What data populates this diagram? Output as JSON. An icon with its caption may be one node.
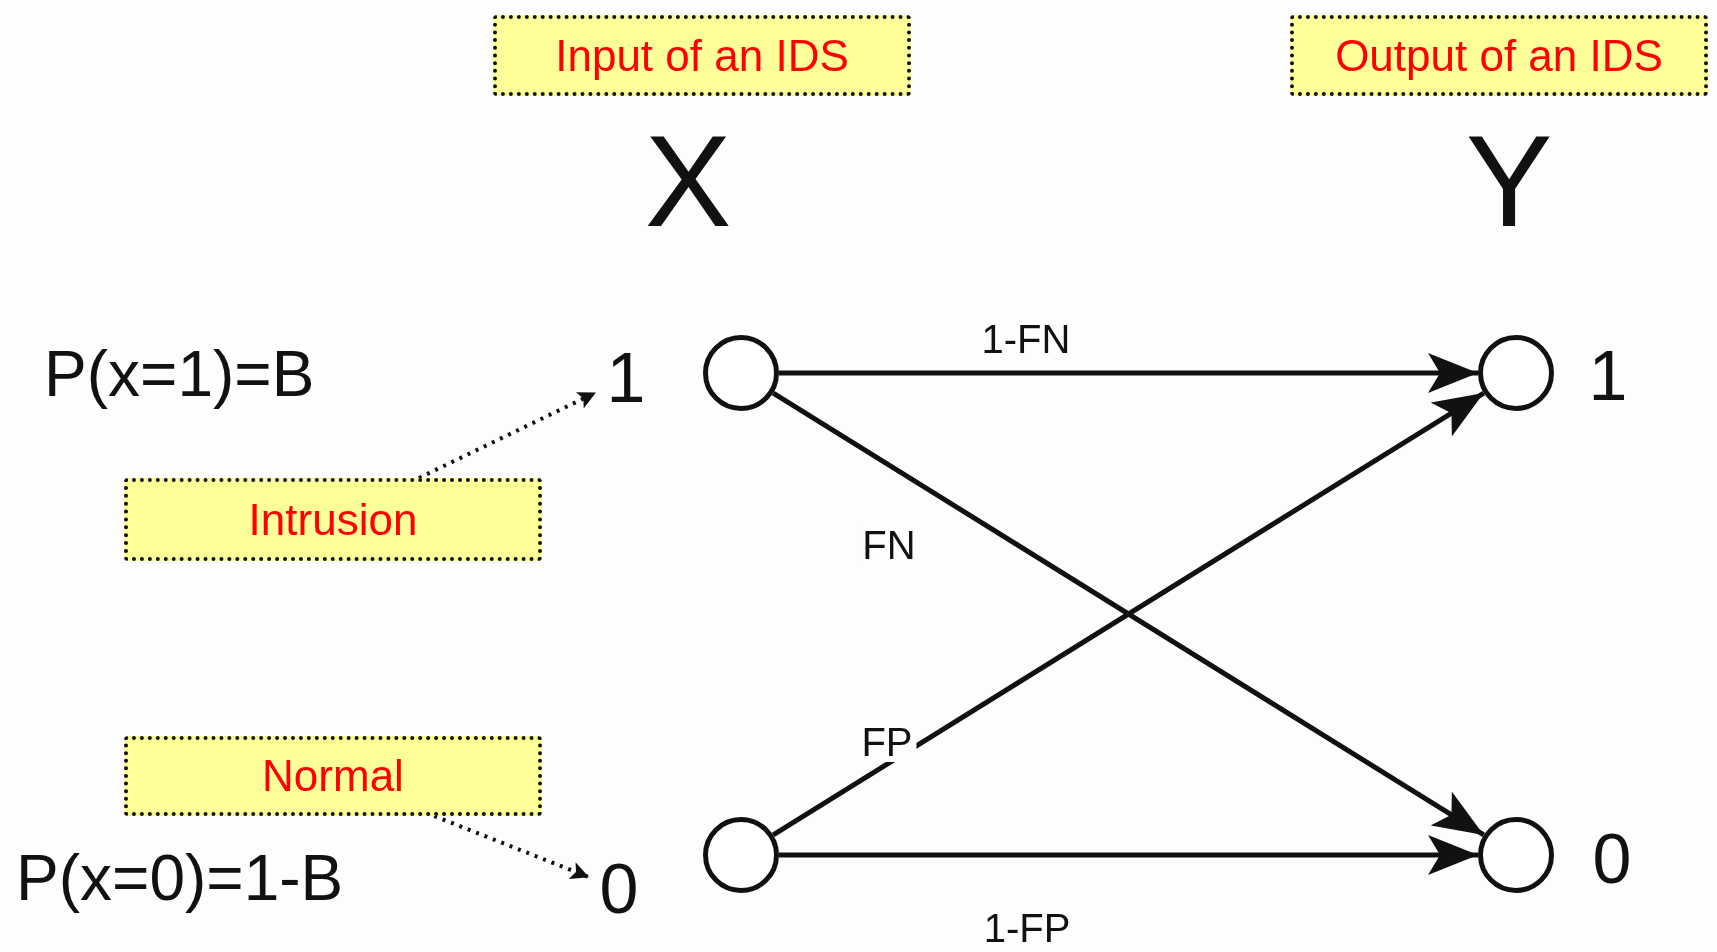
{
  "diagram": {
    "nodes": [
      {
        "text": [
          "Input of an IDS"
        ]
      },
      {
        "text": [
          "Output of an IDS"
        ]
      },
      {
        "text": [
          "Intrusion"
        ]
      },
      {
        "text": [
          "1"
        ]
      },
      {
        "text": [],
        "shape": "circle"
      },
      {
        "text": [],
        "shape": "circle",
        "beside": [
          "1"
        ]
      },
      {
        "text": [
          "Normal"
        ]
      },
      {
        "text": [
          "0"
        ]
      },
      {
        "text": [],
        "shape": "circle"
      },
      {
        "text": [],
        "shape": "circle",
        "beside": [
          "0"
        ]
      }
    ],
    "edges": [
      {
        "from": 4,
        "to": 5,
        "arrow": "to",
        "label": "1-FN"
      },
      {
        "from": 4,
        "to": 9,
        "arrow": "to",
        "label": "FN"
      },
      {
        "from": 8,
        "to": 5,
        "arrow": "to",
        "label": "FP"
      },
      {
        "from": 8,
        "to": 9,
        "arrow": "to",
        "label": "1-FP"
      },
      {
        "from": 2,
        "to": 3,
        "arrow": "to",
        "style": "dashed"
      },
      {
        "from": 6,
        "to": 7,
        "arrow": "to",
        "style": "dashed"
      }
    ],
    "labels": [
      "X",
      "Y",
      "P(x=1)=B",
      "P(x=0)=1-B"
    ]
  }
}
